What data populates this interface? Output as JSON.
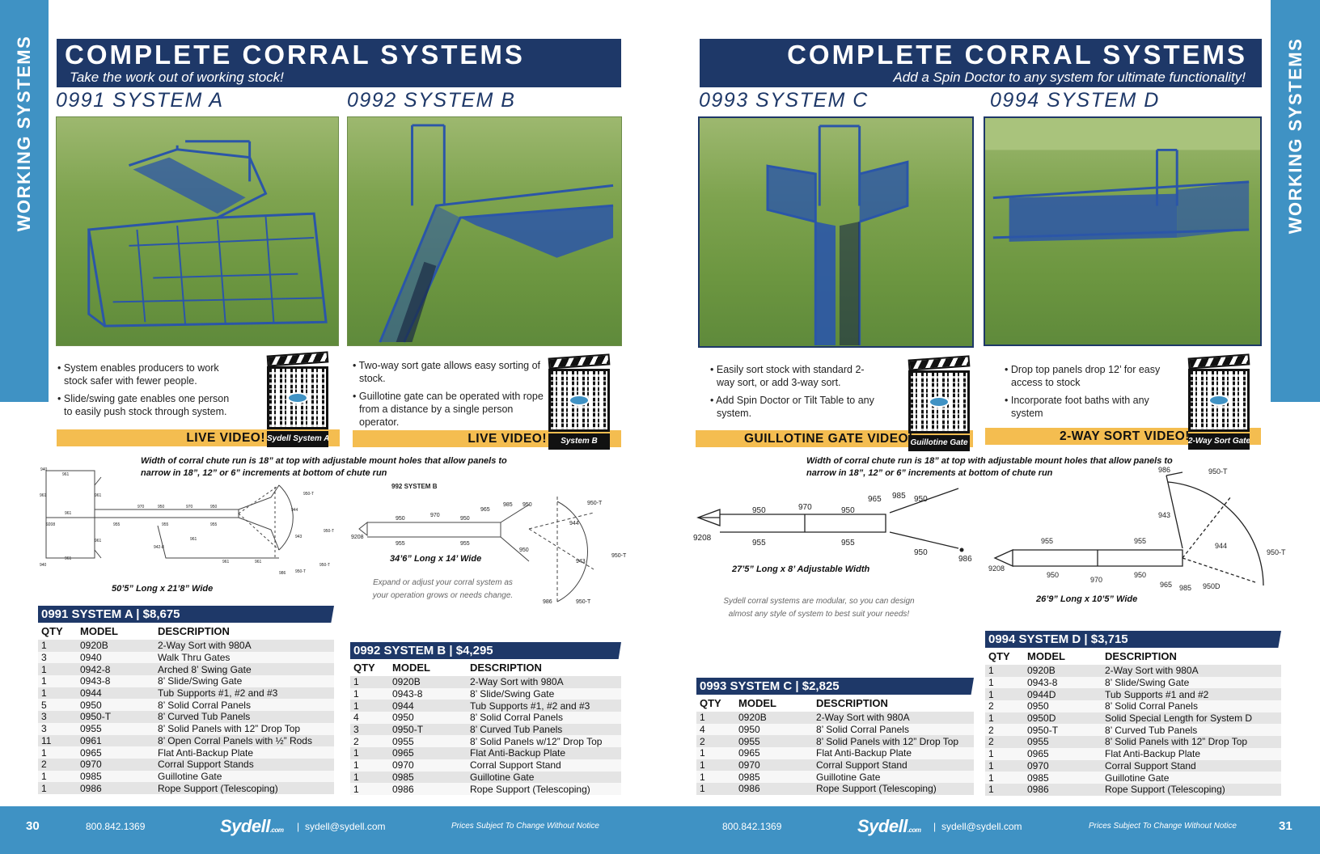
{
  "side_tab_text": "WORKING SYSTEMS",
  "left_page": {
    "banner_title": "COMPLETE CORRAL SYSTEMS",
    "banner_subtitle": "Take the work out of working stock!",
    "chute_note": "Width of corral chute run is 18” at top with adjustable mount holes that allow panels to narrow in 18”, 12” or 6” increments at bottom of chute run",
    "expand_note": "Expand or adjust your corral system as your operation grows or needs change."
  },
  "right_page": {
    "banner_title": "COMPLETE CORRAL SYSTEMS",
    "banner_subtitle": "Add a Spin Doctor to any system for ultimate functionality!",
    "chute_note": "Width of corral chute run is 18” at top with adjustable mount holes that allow panels to narrow in 18”, 12” or 6” increments at bottom of chute run",
    "modular_note": "Sydell corral systems are modular, so you can design almost any style of system to best suit your needs!"
  },
  "systems": {
    "a": {
      "title": "0991 SYSTEM A",
      "bullets": [
        "System enables producers to work stock safer with fewer people.",
        "Slide/swing gate enables one person to easily push stock through system."
      ],
      "video_label": "LIVE VIDEO!",
      "qr_label": "Sydell System A",
      "dimensions": "50’5” Long x 21’8” Wide",
      "price_header": "0991 SYSTEM A  |  $8,675",
      "columns": [
        "QTY",
        "MODEL",
        "DESCRIPTION"
      ],
      "rows": [
        [
          "1",
          "0920B",
          " 2-Way Sort with 980A"
        ],
        [
          "3",
          "0940",
          "Walk Thru Gates"
        ],
        [
          "1",
          "0942-8",
          "Arched 8’ Swing Gate"
        ],
        [
          "1",
          "0943-8",
          "8’ Slide/Swing Gate"
        ],
        [
          "1",
          "0944",
          "Tub Supports #1, #2 and #3"
        ],
        [
          "5",
          "0950",
          "8’ Solid Corral Panels"
        ],
        [
          "3",
          "0950-T",
          "8’ Curved Tub Panels"
        ],
        [
          "3",
          "0955",
          "8’ Solid Panels with 12” Drop Top"
        ],
        [
          "11",
          "0961",
          "8’ Open Corral Panels with ½” Rods"
        ],
        [
          "1",
          "0965",
          "Flat Anti-Backup Plate"
        ],
        [
          "2",
          "0970",
          "Corral Support Stands"
        ],
        [
          "1",
          "0985",
          "Guillotine Gate"
        ],
        [
          "1",
          "0986",
          "Rope Support (Telescoping)"
        ]
      ]
    },
    "b": {
      "title": "0992 SYSTEM B",
      "bullets": [
        "Two-way sort gate allows easy sorting of stock.",
        "Guillotine gate can be operated with rope from a distance by a single person operator."
      ],
      "video_label": "LIVE VIDEO!",
      "qr_label": "System B",
      "diagram_title": "992 SYSTEM B",
      "dimensions": "34’6” Long x 14’ Wide",
      "price_header": "0992 SYSTEM B  |  $4,295",
      "columns": [
        "QTY",
        "MODEL",
        "DESCRIPTION"
      ],
      "rows": [
        [
          "1",
          "0920B",
          "2-Way Sort with 980A"
        ],
        [
          "1",
          "0943-8",
          "8’ Slide/Swing Gate"
        ],
        [
          "1",
          "0944",
          "Tub Supports #1, #2 and #3"
        ],
        [
          "4",
          "0950",
          "8’ Solid Corral Panels"
        ],
        [
          "3",
          "0950-T",
          "8’ Curved Tub Panels"
        ],
        [
          "2",
          "0955",
          "8’ Solid Panels w/12” Drop Top"
        ],
        [
          "1",
          "0965",
          "Flat Anti-Backup Plate"
        ],
        [
          "1",
          "0970",
          "Corral Support Stand"
        ],
        [
          "1",
          "0985",
          "Guillotine Gate"
        ],
        [
          "1",
          "0986",
          "Rope Support (Telescoping)"
        ]
      ]
    },
    "c": {
      "title": "0993 SYSTEM C",
      "bullets": [
        "Easily sort stock with standard 2-way sort, or add 3-way sort.",
        "Add Spin Doctor or Tilt Table to any system."
      ],
      "video_label": "GUILLOTINE GATE VIDEO!",
      "qr_label": "Guillotine Gate",
      "dimensions": "27’5” Long x 8’ Adjustable Width",
      "price_header": "0993 SYSTEM C  |  $2,825",
      "columns": [
        "QTY",
        "MODEL",
        "DESCRIPTION"
      ],
      "rows": [
        [
          "1",
          "0920B",
          "2-Way Sort with 980A"
        ],
        [
          "4",
          "0950",
          "8’ Solid Corral Panels"
        ],
        [
          "2",
          "0955",
          "8’ Solid Panels with 12” Drop Top"
        ],
        [
          "1",
          "0965",
          "Flat Anti-Backup Plate"
        ],
        [
          "1",
          "0970",
          "Corral Support Stand"
        ],
        [
          "1",
          "0985",
          "Guillotine Gate"
        ],
        [
          "1",
          "0986",
          "Rope Support (Telescoping)"
        ]
      ]
    },
    "d": {
      "title": "0994 SYSTEM D",
      "bullets": [
        "Drop top panels drop 12’ for easy access to stock",
        "Incorporate foot baths with any system"
      ],
      "video_label": "2-WAY SORT VIDEO!",
      "qr_label": "2-Way Sort Gate",
      "dimensions": "26’9” Long x 10’5” Wide",
      "price_header": "0994 SYSTEM D  |  $3,715",
      "columns": [
        "QTY",
        "MODEL",
        "DESCRIPTION"
      ],
      "rows": [
        [
          "1",
          "0920B",
          "2-Way Sort with 980A"
        ],
        [
          "1",
          "0943-8",
          "8’ Slide/Swing Gate"
        ],
        [
          "1",
          "0944D",
          "Tub Supports #1 and #2"
        ],
        [
          "2",
          "0950",
          "8’ Solid Corral Panels"
        ],
        [
          "1",
          "0950D",
          "Solid Special Length for System D"
        ],
        [
          "2",
          "0950-T",
          "8’ Curved Tub Panels"
        ],
        [
          "2",
          "0955",
          "8’ Solid Panels with 12” Drop Top"
        ],
        [
          "1",
          "0965",
          "Flat Anti-Backup Plate"
        ],
        [
          "1",
          "0970",
          "Corral Support Stand"
        ],
        [
          "1",
          "0985",
          "Guillotine Gate"
        ],
        [
          "1",
          "0986",
          "Rope Support (Telescoping)"
        ]
      ]
    }
  },
  "diagram_labels": {
    "a": [
      "940",
      "961",
      "961",
      "961",
      "9208",
      "961",
      "940",
      "961",
      "961",
      "970",
      "950",
      "970",
      "950",
      "955",
      "955",
      "955",
      "950-T",
      "944",
      "950-T",
      "943",
      "950-T",
      "942-8",
      "961",
      "961",
      "961",
      "986",
      "950-T"
    ],
    "b": [
      "950",
      "970",
      "950",
      "965",
      "985",
      "950",
      "950-T",
      "944",
      "9208",
      "955",
      "955",
      "950",
      "943",
      "950-T",
      "986",
      "950-T"
    ],
    "c": [
      "950",
      "970",
      "950",
      "965",
      "985",
      "950",
      "9208",
      "955",
      "955",
      "950",
      "986"
    ],
    "d": [
      "986",
      "950-T",
      "943",
      "944",
      "950-T",
      "955",
      "955",
      "9208",
      "950",
      "970",
      "950",
      "965",
      "985",
      "950D"
    ]
  },
  "footer": {
    "left_page_number": "30",
    "right_page_number": "31",
    "phone": "800.842.1369",
    "logo": "Sydell",
    "logo_suffix": ".com",
    "email_separator": "|",
    "email": "sydell@sydell.com",
    "notice": "Prices Subject To Change Without Notice"
  },
  "colors": {
    "navy": "#1e3868",
    "blue": "#3f92c4",
    "gold": "#f4bd50",
    "frame": "#2b56a8"
  }
}
